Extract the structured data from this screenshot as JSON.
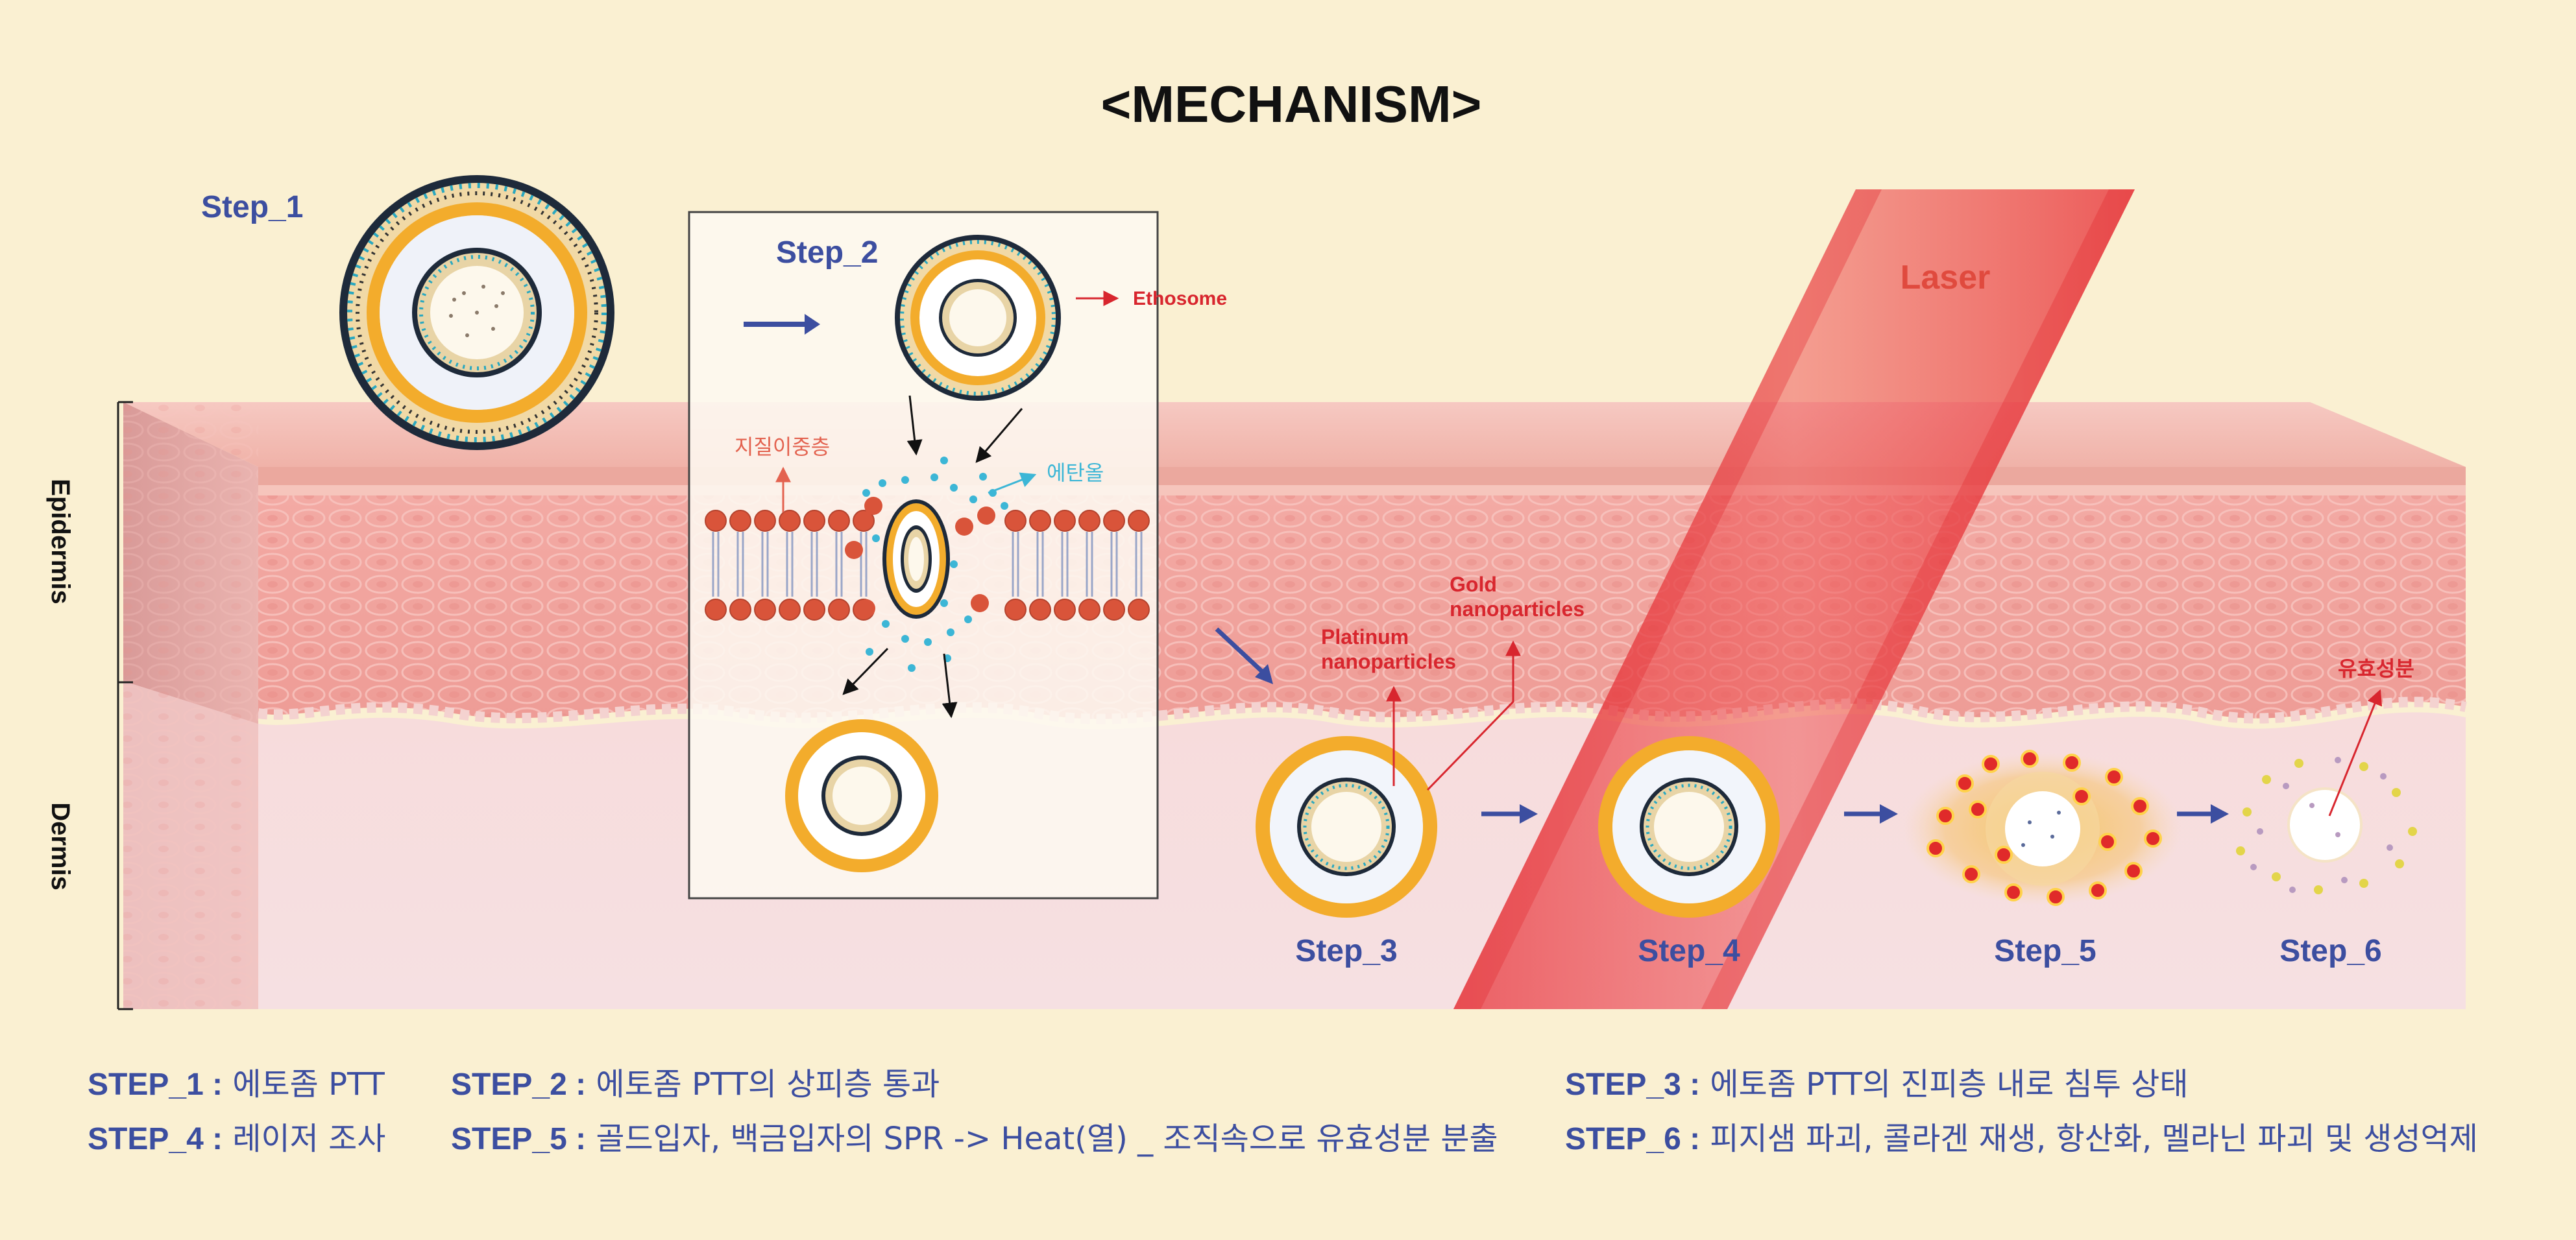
{
  "title": "<MECHANISM>",
  "layers": {
    "epidermis": "Epidermis",
    "dermis": "Dermis"
  },
  "laser_label": "Laser",
  "steps": {
    "step1": "Step_1",
    "step2": "Step_2",
    "step3": "Step_3",
    "step4": "Step_4",
    "step5": "Step_5",
    "step6": "Step_6"
  },
  "labels": {
    "ethosome": "Ethosome",
    "lipid_bilayer": "지질이중층",
    "ethanol": "에탄올",
    "platinum": [
      "Platinum",
      "nanoparticles"
    ],
    "gold": [
      "Gold",
      "nanoparticles"
    ],
    "active_ingredient": "유효성분"
  },
  "legend": [
    {
      "key": "STEP_1 :",
      "text": " 에토좀 PTT"
    },
    {
      "key": "STEP_2 :",
      "text": " 에토좀 PTT의 상피층 통과"
    },
    {
      "key": "STEP_3 :",
      "text": " 에토좀 PTT의 진피층 내로 침투 상태"
    },
    {
      "key": "STEP_4 :",
      "text": " 레이저 조사"
    },
    {
      "key": "STEP_5 :",
      "text": " 골드입자, 백금입자의 SPR -> Heat(열) _ 조직속으로 유효성분 분출"
    },
    {
      "key": "STEP_6 :",
      "text": " 피지샘 파괴, 콜라겐 재생, 항산화, 멜라닌 파괴 및 생성억제"
    }
  ],
  "colors": {
    "background": "#faf0d2",
    "title": "#111111",
    "step_label": "#3c4ea0",
    "annotation_red": "#d8262e",
    "ethanol_blue": "#3cb6d6",
    "laser": "#e8343a",
    "particle_orange": "#f3ac2c"
  }
}
